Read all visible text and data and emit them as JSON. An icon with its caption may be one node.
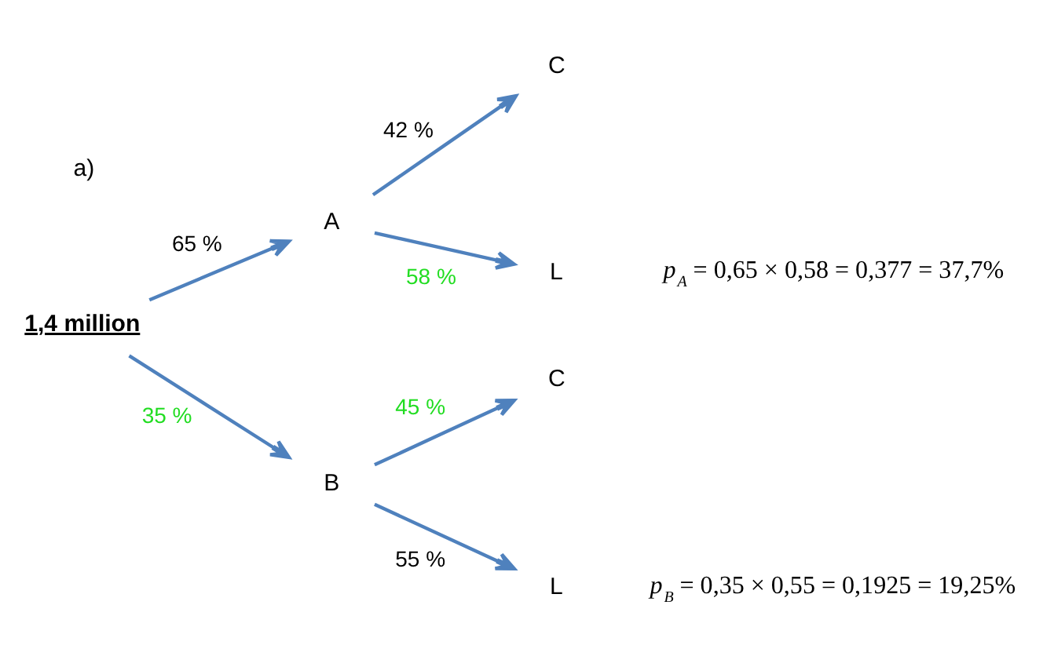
{
  "diagram": {
    "nodes": [
      {
        "text": [
          "1,4 million"
        ]
      },
      {
        "text": [
          "A"
        ]
      },
      {
        "text": [
          "C"
        ]
      },
      {
        "text": [
          "L"
        ],
        "beside": [
          "*p*$_{A}$ = 0,65 × 0,58 = 0,377 = 37,7%"
        ]
      },
      {
        "text": [
          "B"
        ]
      },
      {
        "text": [
          "C"
        ]
      },
      {
        "text": [
          "L"
        ],
        "beside": [
          "*p*$_{B}$ = 0,35 × 0,55 = 0,1925 = 19,25%"
        ]
      }
    ],
    "edges": [
      {
        "from": 0,
        "to": 1,
        "arrow": "to",
        "label": "65 %"
      },
      {
        "from": 0,
        "to": 4,
        "arrow": "to",
        "label": "35 %"
      },
      {
        "from": 1,
        "to": 2,
        "arrow": "to",
        "label": "42 %"
      },
      {
        "from": 1,
        "to": 3,
        "arrow": "to",
        "label": "58 %"
      },
      {
        "from": 4,
        "to": 5,
        "arrow": "to",
        "label": "45 %"
      },
      {
        "from": 4,
        "to": 6,
        "arrow": "to",
        "label": "55 %"
      }
    ],
    "labels": [
      "a)"
    ]
  }
}
